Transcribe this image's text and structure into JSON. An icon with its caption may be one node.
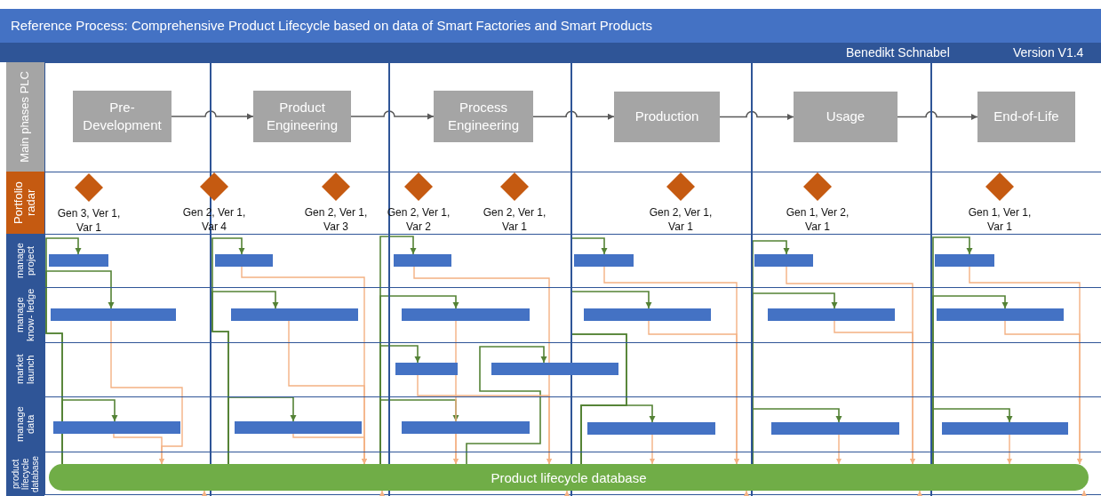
{
  "diagram": {
    "title": "Reference Process: Comprehensive Product Lifecycle based on data of Smart Factories and Smart Products",
    "nodes": [
      {
        "text": [
          "Main phases PLC"
        ]
      },
      {
        "text": [
          "Pre- Development"
        ]
      },
      {
        "text": [
          "Product Engineering"
        ]
      },
      {
        "text": [
          "Process Engineering"
        ]
      },
      {
        "text": [
          "Production"
        ]
      },
      {
        "text": [
          "Usage"
        ]
      },
      {
        "text": [
          "End-of-Life"
        ]
      },
      {
        "text": [
          "Portfolio radar"
        ]
      },
      {
        "text": [],
        "shape": "diamond",
        "beside": [
          "Gen 3, Ver 1, Var 1"
        ]
      },
      {
        "text": [],
        "shape": "diamond",
        "beside": [
          "Gen 2, Ver 1, Var 4"
        ]
      },
      {
        "text": [],
        "shape": "diamond",
        "beside": [
          "Gen 2, Ver 1, Var 3"
        ]
      },
      {
        "text": [],
        "shape": "diamond",
        "beside": [
          "Gen 2, Ver 1, Var 2"
        ]
      },
      {
        "text": [],
        "shape": "diamond",
        "beside": [
          "Gen 2, Ver 1, Var 1"
        ]
      },
      {
        "text": [],
        "shape": "diamond",
        "beside": [
          "Gen 2, Ver 1, Var 1"
        ]
      },
      {
        "text": [],
        "shape": "diamond",
        "beside": [
          "Gen 1, Ver 2, Var 1"
        ]
      },
      {
        "text": [],
        "shape": "diamond",
        "beside": [
          "Gen 1, Ver 1, Var 1"
        ]
      },
      {
        "text": [
          "manage project"
        ]
      },
      {
        "text": [],
        "shape": "bar"
      },
      {
        "text": [],
        "shape": "bar"
      },
      {
        "text": [],
        "shape": "bar"
      },
      {
        "text": [],
        "shape": "bar"
      },
      {
        "text": [],
        "shape": "bar"
      },
      {
        "text": [],
        "shape": "bar"
      },
      {
        "text": [
          "manage know- ledge"
        ]
      },
      {
        "text": [],
        "shape": "bar"
      },
      {
        "text": [],
        "shape": "bar"
      },
      {
        "text": [],
        "shape": "bar"
      },
      {
        "text": [],
        "shape": "bar"
      },
      {
        "text": [],
        "shape": "bar"
      },
      {
        "text": [],
        "shape": "bar"
      },
      {
        "text": [
          "market launch"
        ]
      },
      {
        "text": [],
        "shape": "bar"
      },
      {
        "text": [],
        "shape": "bar"
      },
      {
        "text": [
          "manage data"
        ]
      },
      {
        "text": [],
        "shape": "bar"
      },
      {
        "text": [],
        "shape": "bar"
      },
      {
        "text": [],
        "shape": "bar"
      },
      {
        "text": [],
        "shape": "bar"
      },
      {
        "text": [],
        "shape": "bar"
      },
      {
        "text": [],
        "shape": "bar"
      },
      {
        "text": [
          "product lifecycle database"
        ]
      },
      {
        "text": [
          "Product lifecycle database"
        ]
      }
    ],
    "edges": [
      {
        "from": 1,
        "to": 2,
        "arrow": "to",
        "color": "#595959"
      },
      {
        "from": 2,
        "to": 3,
        "arrow": "to",
        "color": "#595959"
      },
      {
        "from": 3,
        "to": 4,
        "arrow": "to",
        "color": "#595959"
      },
      {
        "from": 4,
        "to": 5,
        "arrow": "to",
        "color": "#595959"
      },
      {
        "from": 5,
        "to": 6,
        "arrow": "to",
        "color": "#595959"
      },
      {
        "from": 41,
        "to": 17,
        "arrow": "to",
        "color": "#548235"
      },
      {
        "from": 41,
        "to": 24,
        "arrow": "to",
        "color": "#548235"
      },
      {
        "from": 41,
        "to": 34,
        "arrow": "to",
        "color": "#548235"
      },
      {
        "from": 41,
        "to": 18,
        "arrow": "to",
        "color": "#548235"
      },
      {
        "from": 41,
        "to": 25,
        "arrow": "to",
        "color": "#548235"
      },
      {
        "from": 41,
        "to": 35,
        "arrow": "to",
        "color": "#548235"
      },
      {
        "from": 41,
        "to": 19,
        "arrow": "to",
        "color": "#548235"
      },
      {
        "from": 41,
        "to": 26,
        "arrow": "to",
        "color": "#548235"
      },
      {
        "from": 41,
        "to": 31,
        "arrow": "to",
        "color": "#548235"
      },
      {
        "from": 41,
        "to": 32,
        "arrow": "to",
        "color": "#548235"
      },
      {
        "from": 41,
        "to": 36,
        "arrow": "to",
        "color": "#548235"
      },
      {
        "from": 41,
        "to": 20,
        "arrow": "to",
        "color": "#548235"
      },
      {
        "from": 41,
        "to": 27,
        "arrow": "to",
        "color": "#548235"
      },
      {
        "from": 41,
        "to": 37,
        "arrow": "to",
        "color": "#548235"
      },
      {
        "from": 41,
        "to": 21,
        "arrow": "to",
        "color": "#548235"
      },
      {
        "from": 41,
        "to": 28,
        "arrow": "to",
        "color": "#548235"
      },
      {
        "from": 41,
        "to": 38,
        "arrow": "to",
        "color": "#548235"
      },
      {
        "from": 41,
        "to": 22,
        "arrow": "to",
        "color": "#548235"
      },
      {
        "from": 41,
        "to": 29,
        "arrow": "to",
        "color": "#548235"
      },
      {
        "from": 41,
        "to": 39,
        "arrow": "to",
        "color": "#548235"
      },
      {
        "from": 24,
        "to": 41,
        "arrow": "to"
      },
      {
        "from": 34,
        "to": 41,
        "arrow": "to"
      },
      {
        "from": 18,
        "to": 41,
        "arrow": "to"
      },
      {
        "from": 25,
        "to": 41,
        "arrow": "to"
      },
      {
        "from": 35,
        "to": 41,
        "arrow": "to"
      },
      {
        "from": 19,
        "to": 41,
        "arrow": "to"
      },
      {
        "from": 26,
        "to": 41,
        "arrow": "to"
      },
      {
        "from": 31,
        "to": 41,
        "arrow": "to"
      },
      {
        "from": 36,
        "to": 41,
        "arrow": "to"
      },
      {
        "from": 20,
        "to": 41,
        "arrow": "to"
      },
      {
        "from": 27,
        "to": 41,
        "arrow": "to"
      },
      {
        "from": 37,
        "to": 41,
        "arrow": "to"
      },
      {
        "from": 21,
        "to": 41,
        "arrow": "to"
      },
      {
        "from": 28,
        "to": 41,
        "arrow": "to"
      },
      {
        "from": 38,
        "to": 41,
        "arrow": "to"
      },
      {
        "from": 22,
        "to": 41,
        "arrow": "to"
      },
      {
        "from": 29,
        "to": 41,
        "arrow": "to"
      },
      {
        "from": 39,
        "to": 41,
        "arrow": "to"
      },
      {
        "from": null,
        "to": 41,
        "arrow": "to"
      },
      {
        "from": null,
        "to": 41,
        "arrow": "to"
      },
      {
        "from": null,
        "to": 41,
        "arrow": "to"
      },
      {
        "from": null,
        "to": 41,
        "arrow": "to"
      },
      {
        "from": null,
        "to": 41,
        "arrow": "to"
      },
      {
        "from": null,
        "to": 41,
        "arrow": "to"
      }
    ],
    "labels": [
      "Benedikt Schnabel",
      "Version V1.4"
    ]
  }
}
